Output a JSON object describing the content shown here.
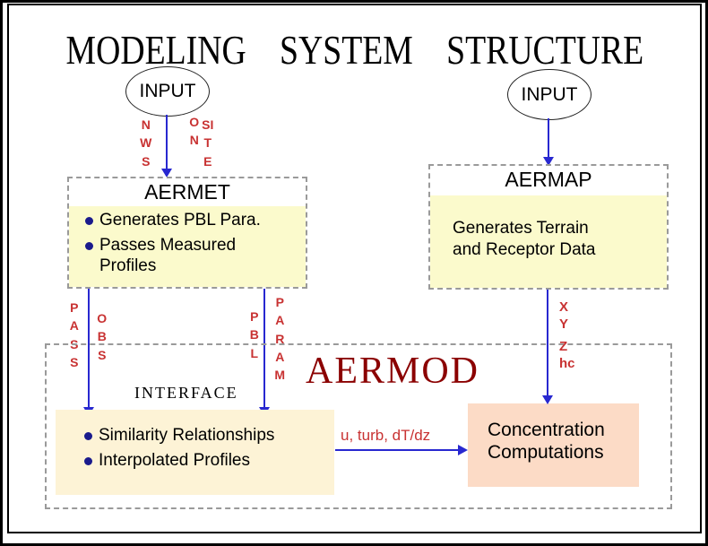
{
  "title": "MODELING SYSTEM STRUCTURE",
  "inputs": {
    "left": "INPUT",
    "right": "INPUT"
  },
  "left_branch": {
    "arrow_label_nws": "NWS",
    "arrow_label_on": "ON",
    "arrow_label_site": "SITE",
    "aermet": {
      "title": "AERMET",
      "bullet1": "Generates PBL Para.",
      "bullet2": "Passes Measured Profiles"
    },
    "out_pass": "PASS",
    "out_obs": "OBS",
    "out_pbl": "PBL",
    "out_param": "PARAM"
  },
  "right_branch": {
    "aermap": {
      "title": "AERMAP",
      "body": "Generates Terrain and Receptor Data"
    },
    "out_labels": [
      "X",
      "Y",
      "Z",
      "hc"
    ]
  },
  "aermod": {
    "title": "AERMOD",
    "interface_label": "INTERFACE",
    "interface_box": {
      "bullet1": "Similarity Relationships",
      "bullet2": "Interpolated Profiles"
    },
    "flow_label": "u, turb, dT/dz",
    "concentration_box": "Concentration Computations"
  },
  "colors": {
    "arrow_blue": "#2828d0",
    "label_red": "#c83232",
    "aermod_maroon": "#8b0000",
    "panel_yellow": "#fbfacc",
    "interface_cream": "#fdf3d6",
    "concentration_salmon": "#fcdbc6",
    "bullet_navy": "#1a1a8c"
  }
}
